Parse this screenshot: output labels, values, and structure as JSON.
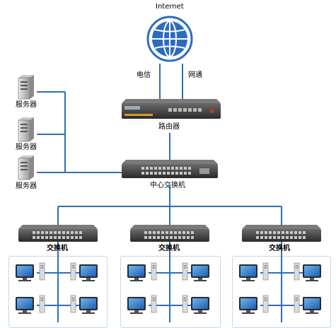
{
  "internet_label": "Internet",
  "isp_left": "电信",
  "isp_right": "网通",
  "router_label": "路由器",
  "core_switch_label": "中心交换机",
  "servers": [
    "服务器",
    "服务器",
    "服务器"
  ],
  "access_switches": [
    "交换机",
    "交换机",
    "交换机"
  ],
  "colors": {
    "link": "#2f6fb5",
    "device": "#3a3a3a",
    "globe": "#2d6bbf",
    "box_border": "#c8d6e4"
  }
}
